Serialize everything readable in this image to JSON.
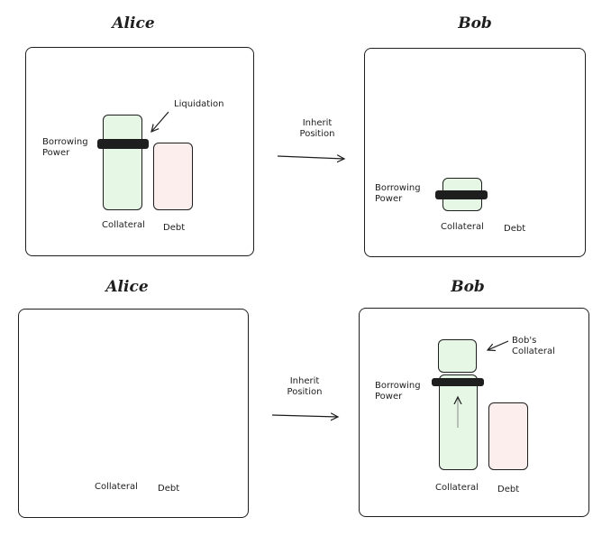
{
  "top_row": {
    "left": {
      "title": "Alice",
      "borrowing_power_label": "Borrowing\nPower",
      "liquidation_label": "Liquidation",
      "collateral_label": "Collateral",
      "debt_label": "Debt"
    },
    "arrow_label": "Inherit\nPosition",
    "right": {
      "title": "Bob",
      "borrowing_power_label": "Borrowing\nPower",
      "collateral_label": "Collateral",
      "debt_label": "Debt"
    }
  },
  "bottom_row": {
    "left": {
      "title": "Alice",
      "collateral_label": "Collateral",
      "debt_label": "Debt"
    },
    "arrow_label": "Inherit\nPosition",
    "right": {
      "title": "Bob",
      "borrowing_power_label": "Borrowing\nPower",
      "bobs_collateral_label": "Bob's\nCollateral",
      "collateral_label": "Collateral",
      "debt_label": "Debt"
    }
  },
  "colors": {
    "collateral_fill": "#e6f7e6",
    "debt_fill": "#fdeeee",
    "stroke": "#1e1e1e"
  }
}
